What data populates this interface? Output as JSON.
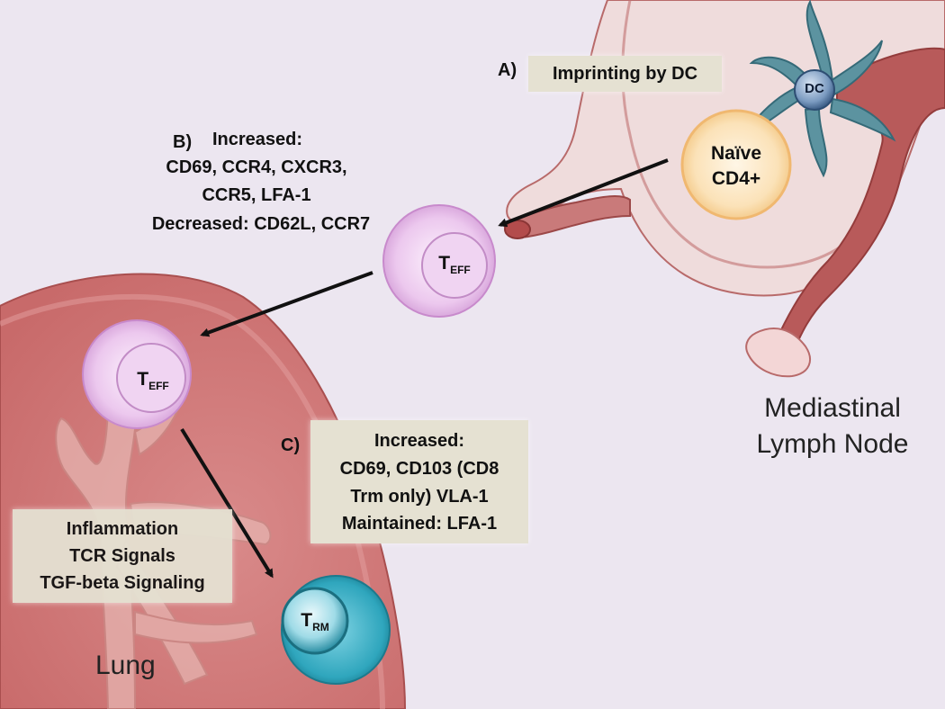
{
  "labels": {
    "a_letter": "A)",
    "a_text": "Imprinting by DC",
    "b_letter": "B)",
    "b_lines": [
      "Increased:",
      "CD69, CCR4, CXCR3,",
      "CCR5, LFA-1",
      "Decreased: CD62L, CCR7"
    ],
    "c_letter": "C)",
    "c_lines": [
      "Increased:",
      "CD69, CD103 (CD8",
      "Trm only) VLA-1",
      "Maintained: LFA-1"
    ],
    "signals_lines": [
      "Inflammation",
      "TCR Signals",
      "TGF-beta Signaling"
    ],
    "lymph_node_lines": [
      "Mediastinal",
      "Lymph Node"
    ],
    "lung": "Lung"
  },
  "cells": {
    "dc": "DC",
    "naive_lines": [
      "Naïve",
      "CD4+"
    ],
    "teff_main": "T",
    "teff_sub": "EFF",
    "trm_main": "T",
    "trm_sub": "RM"
  },
  "colors": {
    "background": "#ece6f0",
    "tissue": "#cc6e6e",
    "tissue_dark": "#a64848",
    "lymph_node_fill": "#efdcdc",
    "dc": "#5c93a0",
    "naive_cell": "#f6cf96",
    "teff_cell": "#ddaee0",
    "trm_cell": "#2fa6bd",
    "label_box": "#e5e1d2"
  }
}
